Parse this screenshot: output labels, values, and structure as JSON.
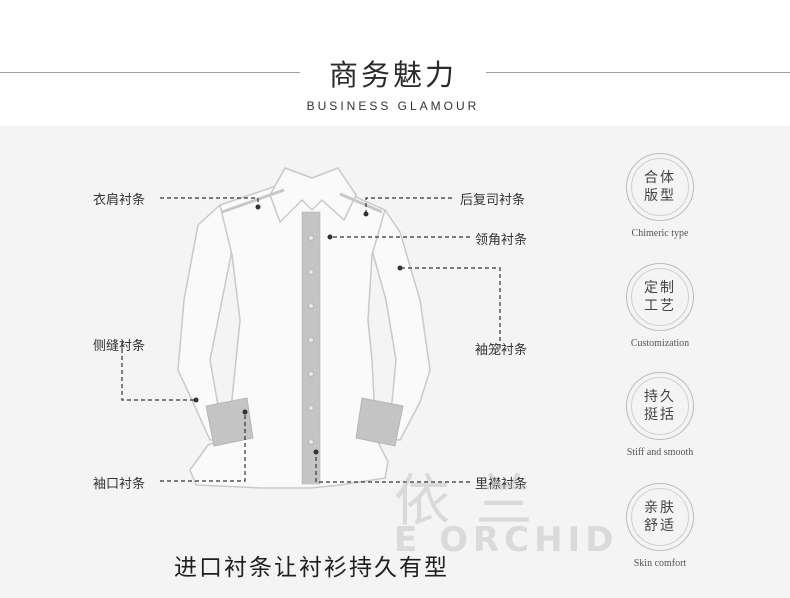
{
  "header": {
    "title": "商务魅力",
    "subtitle": "BUSINESS GLAMOUR"
  },
  "labels": {
    "collar_shoulder": "衣肩衬条",
    "back_yoke": "后复司衬条",
    "collar_point": "领角衬条",
    "side_seam": "侧缝衬条",
    "sleeve_cage": "袖笼衬条",
    "cuff": "袖口衬条",
    "placket": "里襟衬条"
  },
  "slogan": "进口衬条让衬衫持久有型",
  "watermark": {
    "chinese": "依兰",
    "english": "E ORCHID"
  },
  "features": [
    {
      "line1": "合体",
      "line2": "版型",
      "caption": "Chimeric type"
    },
    {
      "line1": "定制",
      "line2": "工艺",
      "caption": "Customization"
    },
    {
      "line1": "持久",
      "line2": "挺括",
      "caption": "Stiff and smooth"
    },
    {
      "line1": "亲肤",
      "line2": "舒适",
      "caption": "Skin comfort"
    }
  ],
  "colors": {
    "panel_background": "#f4f4f4",
    "interlining_strip": "#c4c4c4",
    "text": "#333333"
  }
}
